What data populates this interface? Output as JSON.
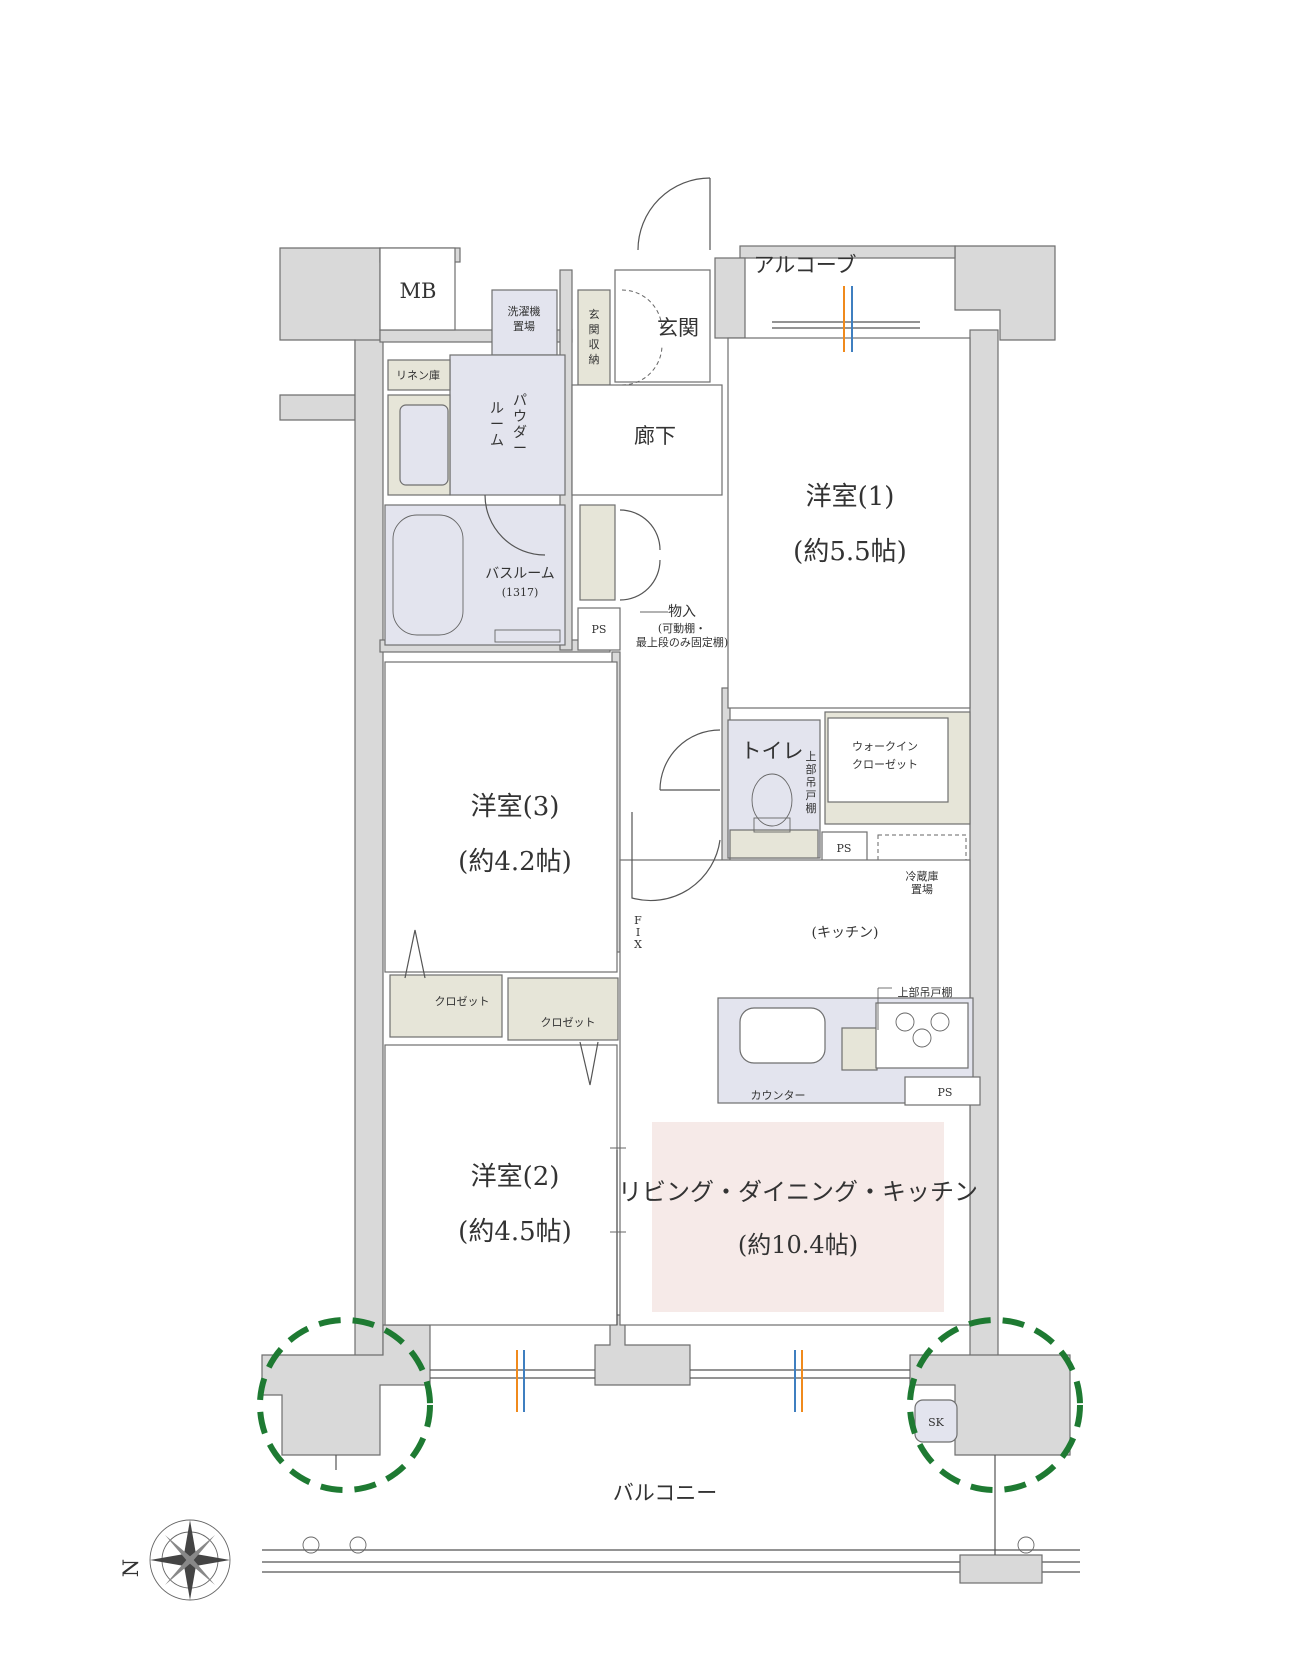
{
  "rooms": {
    "mb": "MB",
    "alcove": "アルコーブ",
    "entrance": "玄関",
    "entrance_storage": [
      "玄",
      "関",
      "収",
      "納"
    ],
    "washer_line1": "洗濯機",
    "washer_line2": "置場",
    "linen": "リネン庫",
    "powder_col1": [
      "パ",
      "ウ",
      "ダ",
      "ー"
    ],
    "powder_col2": [
      "ル",
      "ー",
      "ム"
    ],
    "hallway": "廊下",
    "bath": "バスルーム",
    "bath_size": "(1317)",
    "storage_label": "物入",
    "storage_note1": "(可動棚・",
    "storage_note2": "最上段のみ固定棚)",
    "ps": "PS",
    "western1_name": "洋室(1)",
    "western1_size": "(約5.5帖)",
    "western3_name": "洋室(3)",
    "western3_size": "(約4.2帖)",
    "western2_name": "洋室(2)",
    "western2_size": "(約4.5帖)",
    "toilet": "トイレ",
    "upper_cabinet_vertical": [
      "上",
      "部",
      "吊",
      "戸",
      "棚"
    ],
    "walkin_line1": "ウォークイン",
    "walkin_line2": "クローゼット",
    "fridge_line1": "冷蔵庫",
    "fridge_line2": "置場",
    "kitchen": "(キッチン)",
    "fix": [
      "F",
      "I",
      "X"
    ],
    "closet": "クロゼット",
    "upper_cabinet": "上部吊戸棚",
    "counter": "カウンター",
    "ldk_name": "リビング・ダイニング・キッチン",
    "ldk_size": "(約10.4帖)",
    "balcony": "バルコニー",
    "sk": "SK",
    "north": "N"
  },
  "colors": {
    "wall": "#d9d9d9",
    "wet_area": "#e3e4ee",
    "storage": "#e6e5d8",
    "ldk_highlight": "#f6eae8",
    "green_marker": "#1e7a32"
  }
}
